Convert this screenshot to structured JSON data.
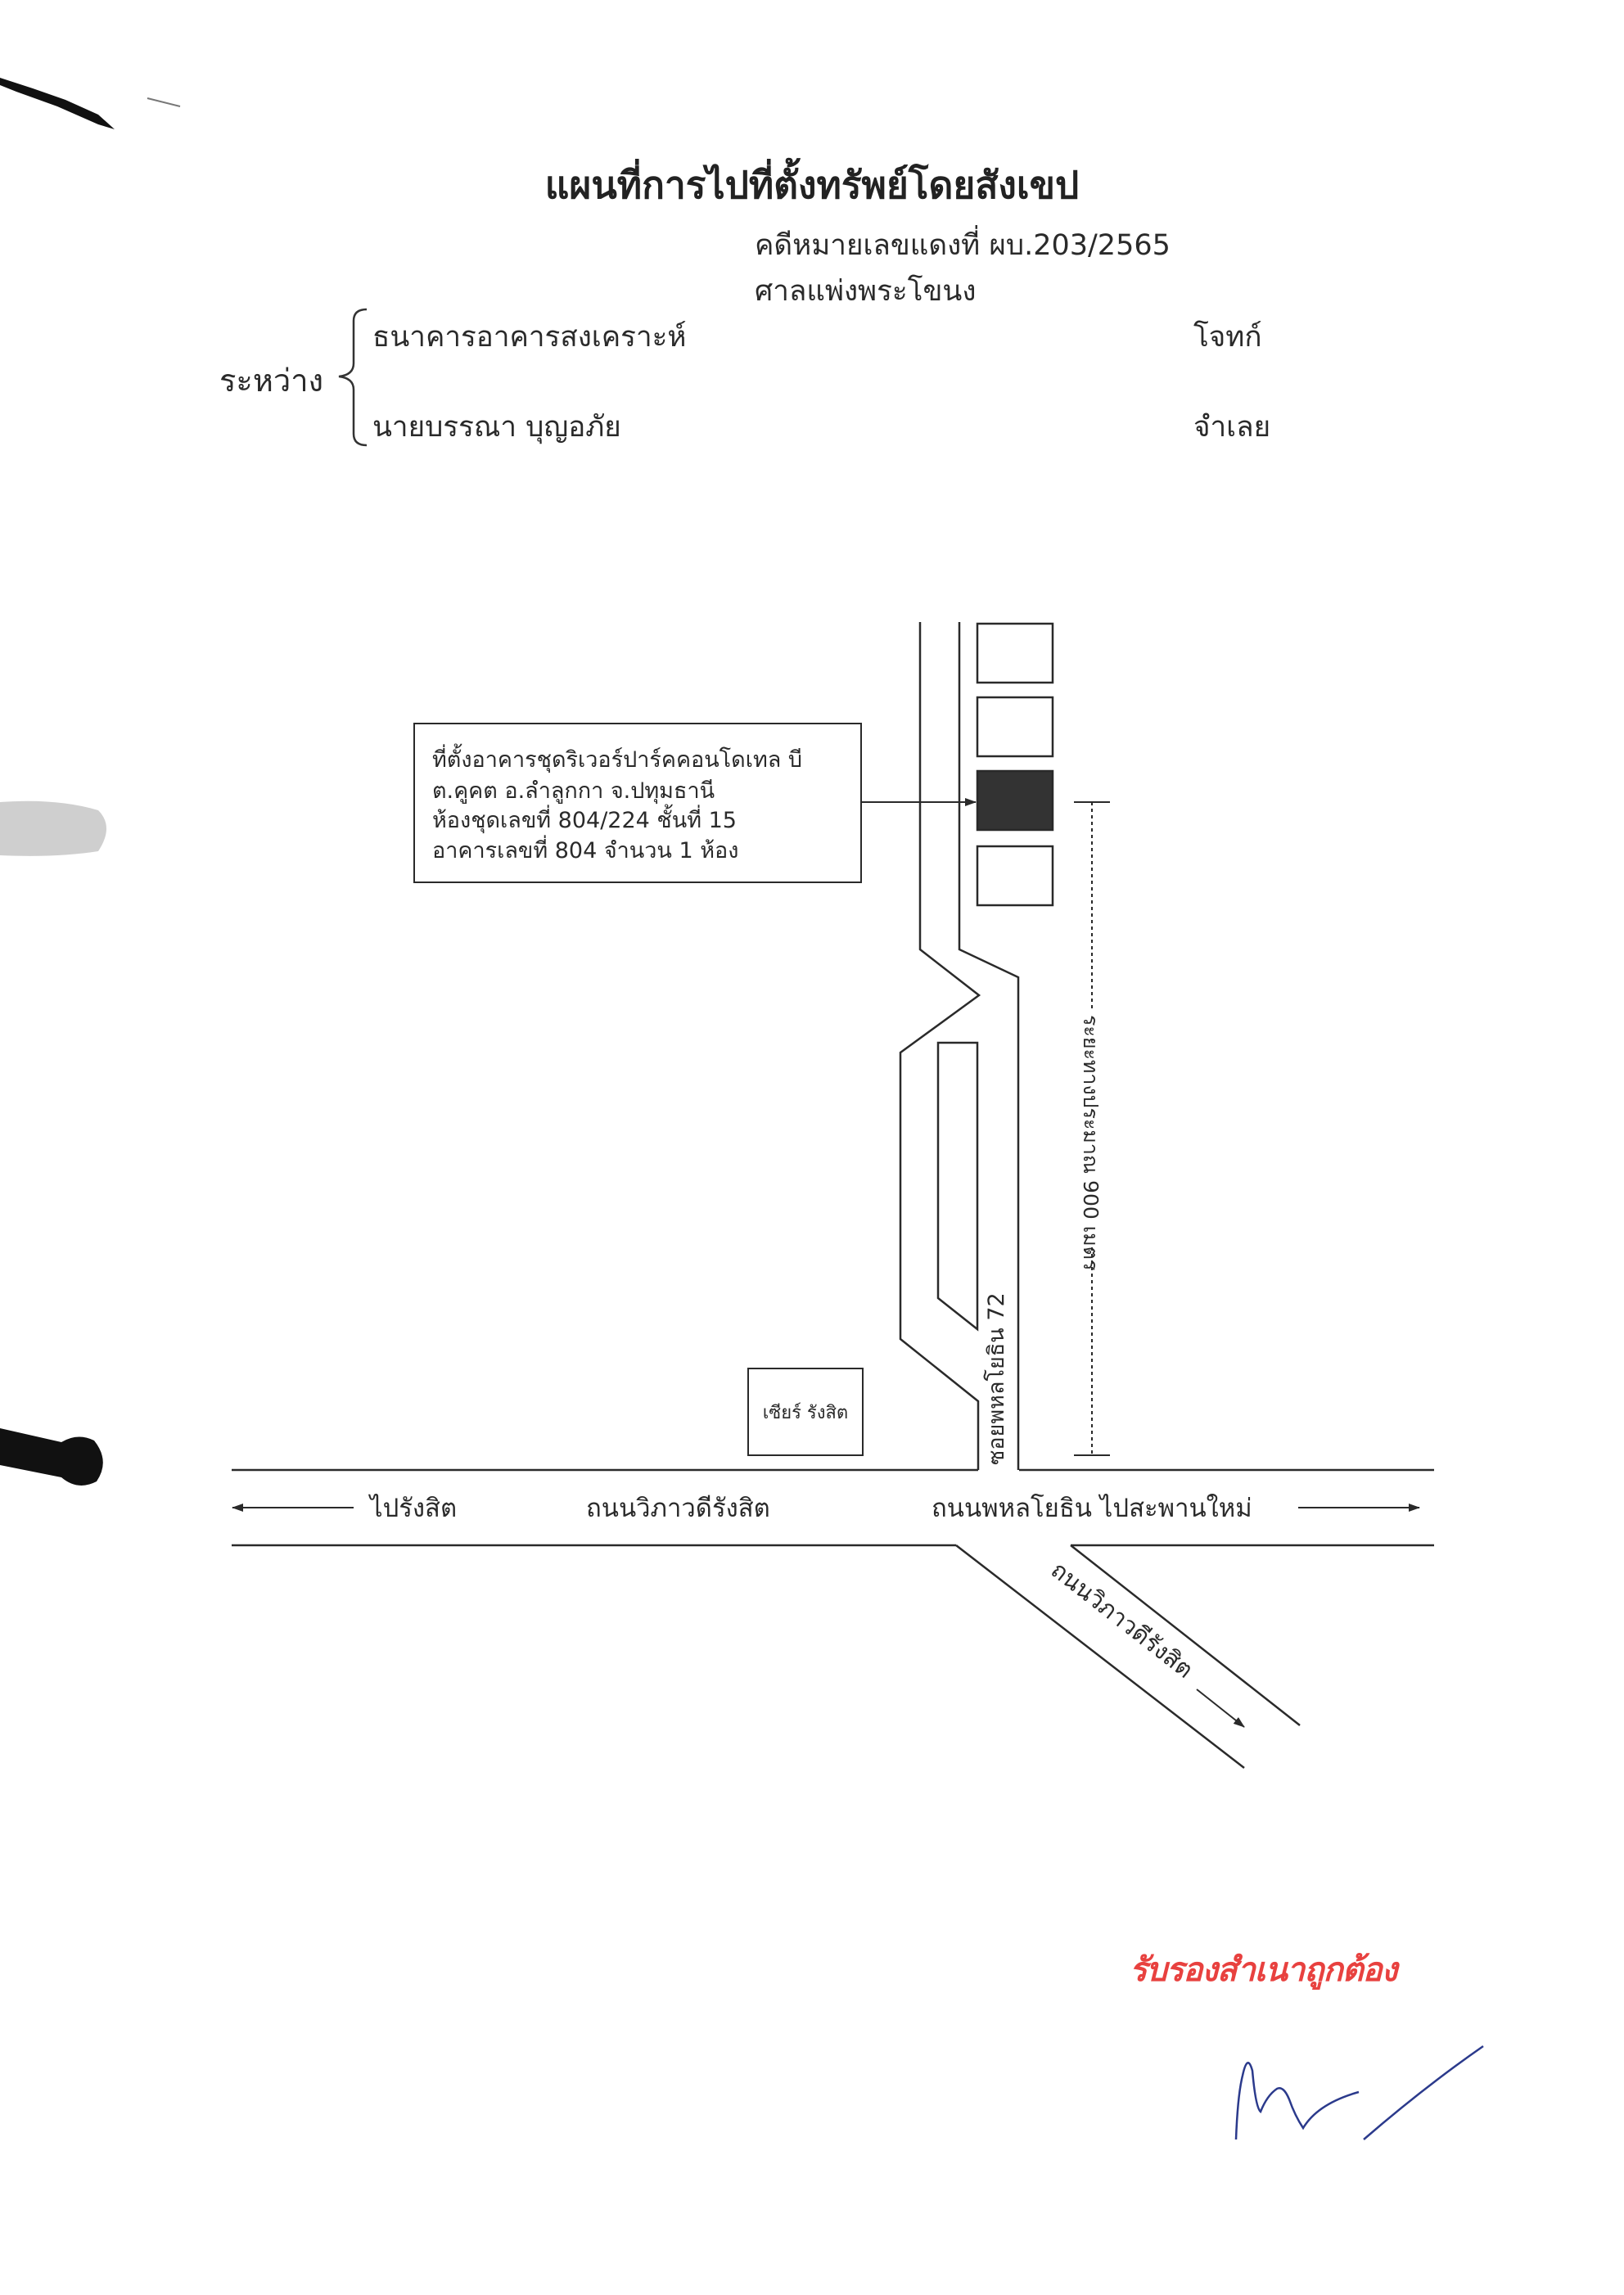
{
  "header": {
    "title": "แผนที่การไปที่ตั้งทรัพย์โดยสังเขป",
    "case_number": "คดีหมายเลขแดงที่   ผบ.203/2565",
    "court": "ศาลแพ่งพระโขนง"
  },
  "parties": {
    "between_label": "ระหว่าง",
    "plaintiff": "ธนาคารอาคารสงเคราะห์",
    "plaintiff_role": "โจทก์",
    "defendant": "นายบรรณา บุญอภัย",
    "defendant_role": "จำเลย"
  },
  "map": {
    "property_box": {
      "line1": "ที่ตั้งอาคารชุดริเวอร์ปาร์คคอนโดเทล บี",
      "line2": "ต.คูคต อ.ลำลูกกา จ.ปทุมธานี",
      "line3": "ห้องชุดเลขที่ 804/224 ชั้นที่ 15",
      "line4": "อาคารเลขที่ 804 จำนวน 1 ห้อง"
    },
    "landmark": "เซียร์ รังสิต",
    "soi_label": "ซอยพหลโยธิน 72",
    "distance_label": "ระยะทางประมาณ 900 เมตร",
    "to_rangsit": "ไปรังสิต",
    "road_vibhavadi": "ถนนวิภาวดีรังสิต",
    "road_phahonyothin": "ถนนพหลโยธิน ไปสะพานใหม่",
    "road_vibhavadi_diagonal": "ถนนวิภาวดีรังสิต"
  },
  "certification": {
    "stamp_text": "รับรองสำเนาถูกต้อง"
  },
  "colors": {
    "ink": "#2a2a2a",
    "stamp": "#e8413f",
    "signature": "#2b3a8c"
  }
}
